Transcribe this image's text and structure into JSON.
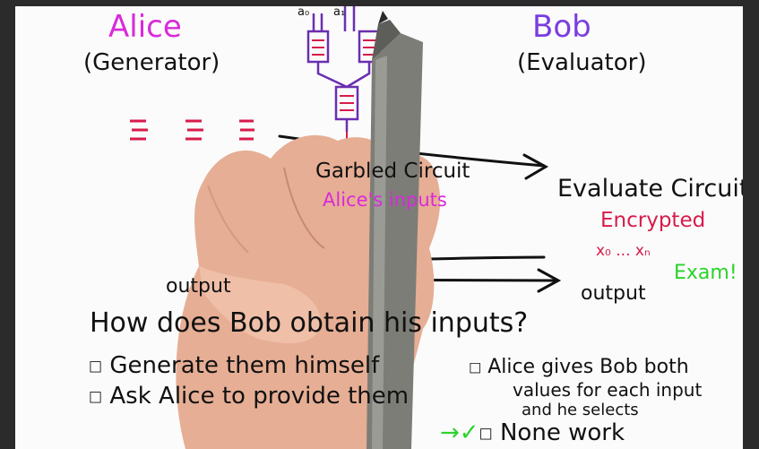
{
  "alice": {
    "name": "Alice",
    "role": "(Generator)"
  },
  "bob": {
    "name": "Bob",
    "role": "(Evaluator)"
  },
  "wire_labels": {
    "a0": "a₀",
    "a1": "a₁"
  },
  "arrow1_label": "Garbled Circuit",
  "arrow1_sublabel": "Alice's inputs",
  "evaluate": "Evaluate Circuit",
  "encrypted": "Encrypted",
  "x_range": "x₀ ... xₙ",
  "exam": "Exam!",
  "output_left": "output",
  "output_right": "output",
  "question": "How does Bob obtain his inputs?",
  "options": [
    {
      "box": "□",
      "text": "Generate them himself"
    },
    {
      "box": "□",
      "text": "Ask Alice to provide them"
    },
    {
      "box": "□",
      "text": "Alice gives Bob both"
    },
    {
      "box": "",
      "text": "values for each input"
    },
    {
      "box": "",
      "text": "and he selects"
    },
    {
      "box": "□",
      "text": "None work"
    }
  ],
  "check": "✓",
  "colors": {
    "ink": "#111111",
    "red": "#d81b4a",
    "magenta": "#d92ad9",
    "green": "#2bd32b",
    "skin": "#e9b39a",
    "pen": "#7d7e78"
  }
}
